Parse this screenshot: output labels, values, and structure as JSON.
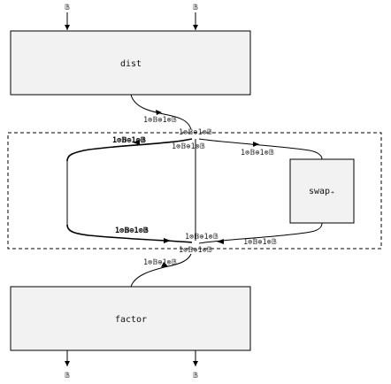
{
  "inputs": {
    "left": "𝔹",
    "right": "𝔹"
  },
  "outputs": {
    "left": "𝔹",
    "right": "𝔹"
  },
  "boxes": {
    "dist": "dist",
    "swap": "swap₊",
    "factor": "factor"
  },
  "wire_labels": {
    "after_dist": "1⊗𝔹⊕1⊗𝔹",
    "top_junction": "1⊗𝔹⊕1⊗𝔹",
    "top_left_branch": "1⊗𝔹⊕1⊗𝔹",
    "top_center_branch": "1⊗𝔹⊕1⊗𝔹",
    "top_right_branch": "1⊗𝔹⊕1⊗𝔹",
    "bottom_left_branch": "1⊗𝔹⊕1⊗𝔹",
    "bottom_center_branch": "1⊗𝔹⊕1⊗𝔹",
    "bottom_right_branch": "1⊗𝔹⊕1⊗𝔹",
    "bottom_junction": "1⊗𝔹⊕1⊗𝔹",
    "before_factor": "1⊗𝔹⊕1⊗𝔹"
  }
}
